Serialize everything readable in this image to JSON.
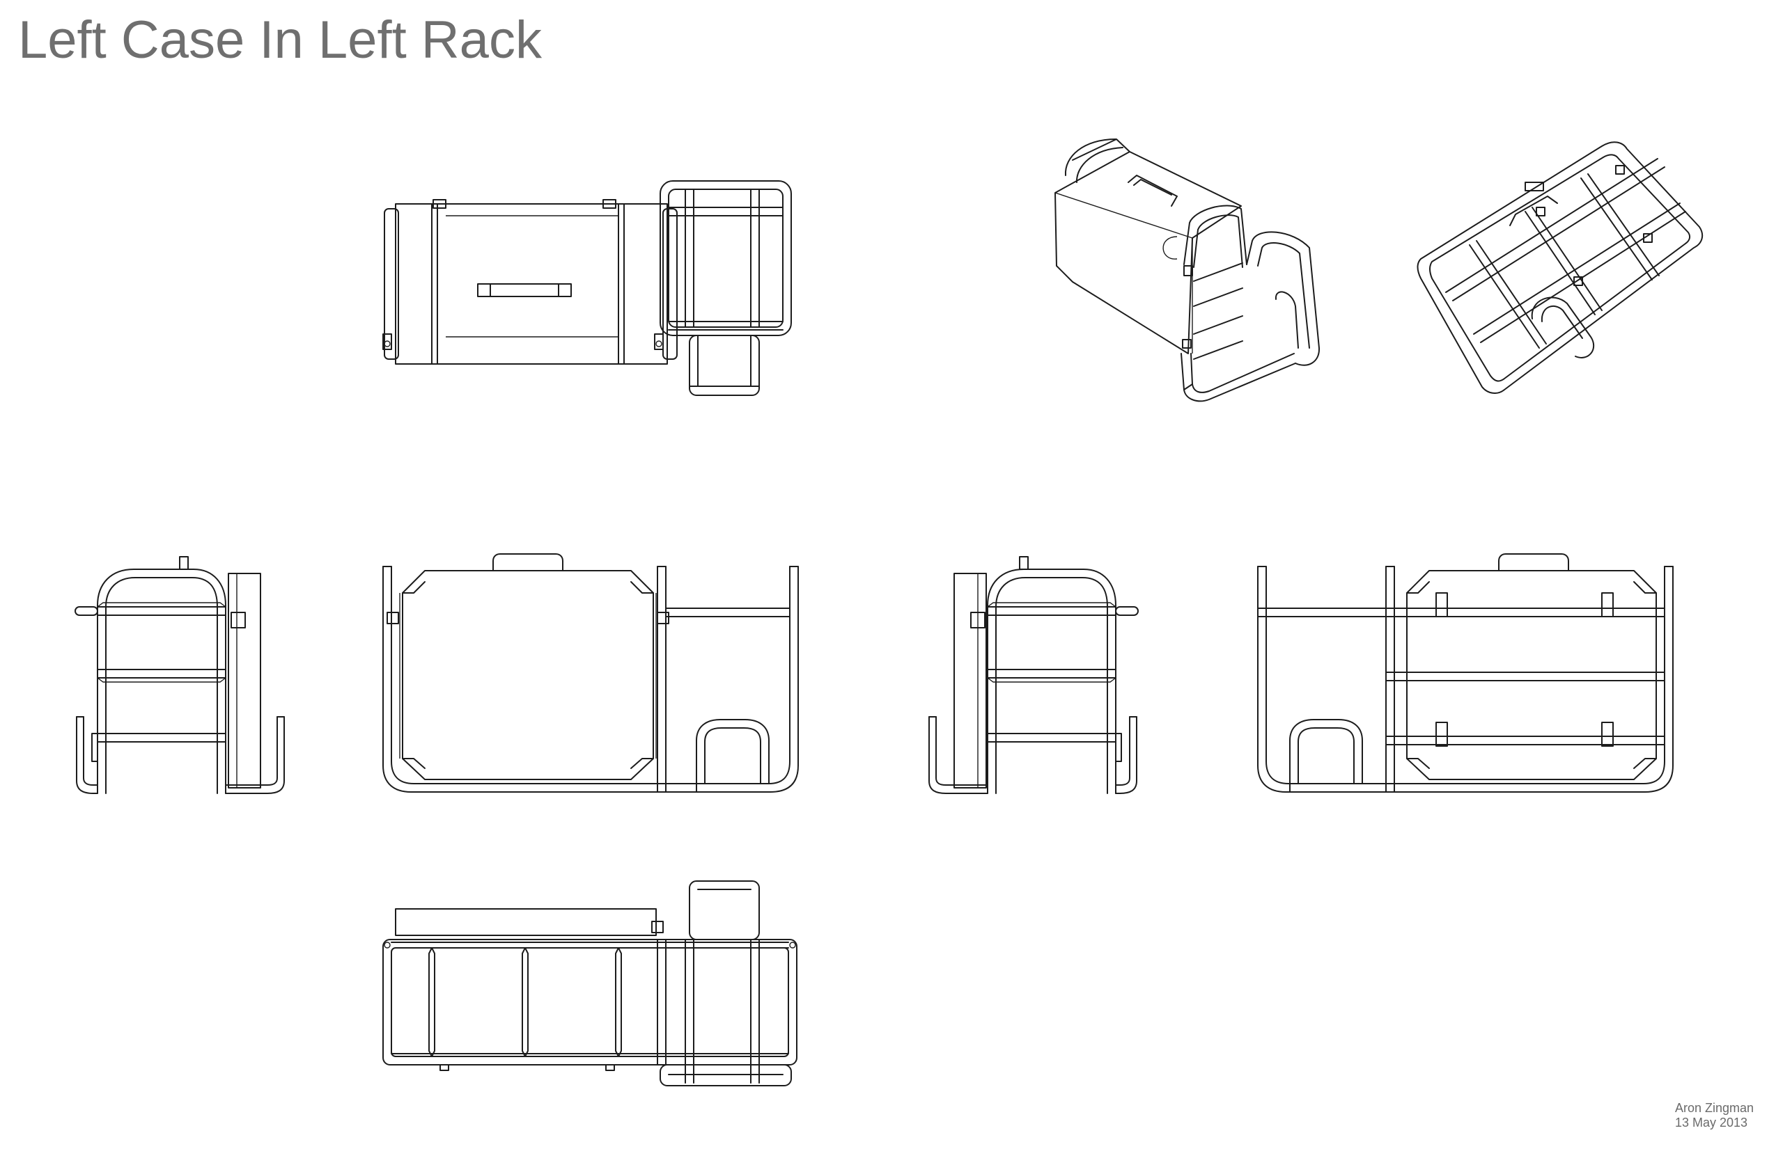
{
  "sheet": {
    "title": "Left Case In Left Rack",
    "author": "Aron Zingman",
    "date": "13 May 2013"
  },
  "views": [
    {
      "id": "top-view",
      "kind": "orthographic"
    },
    {
      "id": "iso-view-1",
      "kind": "isometric"
    },
    {
      "id": "iso-view-2",
      "kind": "isometric"
    },
    {
      "id": "left-side-view",
      "kind": "orthographic"
    },
    {
      "id": "front-view",
      "kind": "orthographic"
    },
    {
      "id": "right-side-view",
      "kind": "orthographic"
    },
    {
      "id": "back-view",
      "kind": "orthographic"
    },
    {
      "id": "bottom-view",
      "kind": "orthographic"
    }
  ]
}
